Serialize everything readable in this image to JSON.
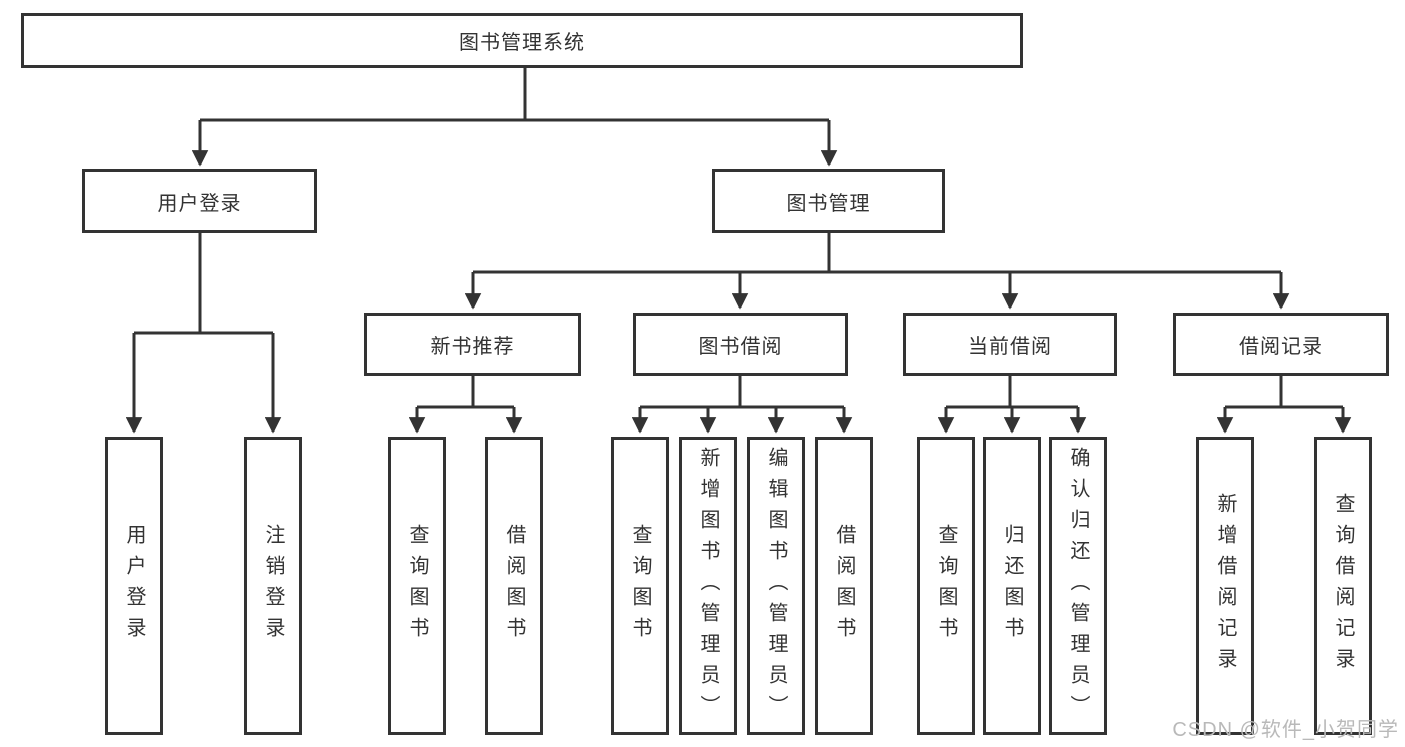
{
  "diagram": {
    "title_hint": "library-management-system-structure",
    "tree": {
      "root": "图书管理系统",
      "level2": [
        {
          "label": "用户登录",
          "leaves": [
            "用户登录",
            "注销登录"
          ]
        },
        {
          "label": "图书管理",
          "sections": [
            {
              "label": "新书推荐",
              "leaves": [
                "查询图书",
                "借阅图书"
              ]
            },
            {
              "label": "图书借阅",
              "leaves": [
                "查询图书",
                "新增图书（管理员）",
                "编辑图书（管理员）",
                "借阅图书"
              ]
            },
            {
              "label": "当前借阅",
              "leaves": [
                "查询图书",
                "归还图书",
                "确认归还（管理员）"
              ]
            },
            {
              "label": "借阅记录",
              "leaves": [
                "新增借阅记录",
                "查询借阅记录"
              ]
            }
          ]
        }
      ]
    },
    "colors": {
      "line": "#333333",
      "box_border": "#333333",
      "box_background": "#ffffff",
      "text": "#333333",
      "watermark": "#b9b9b9",
      "background": "#ffffff"
    }
  },
  "watermark": {
    "text": "CSDN @软件_小贺同学"
  }
}
